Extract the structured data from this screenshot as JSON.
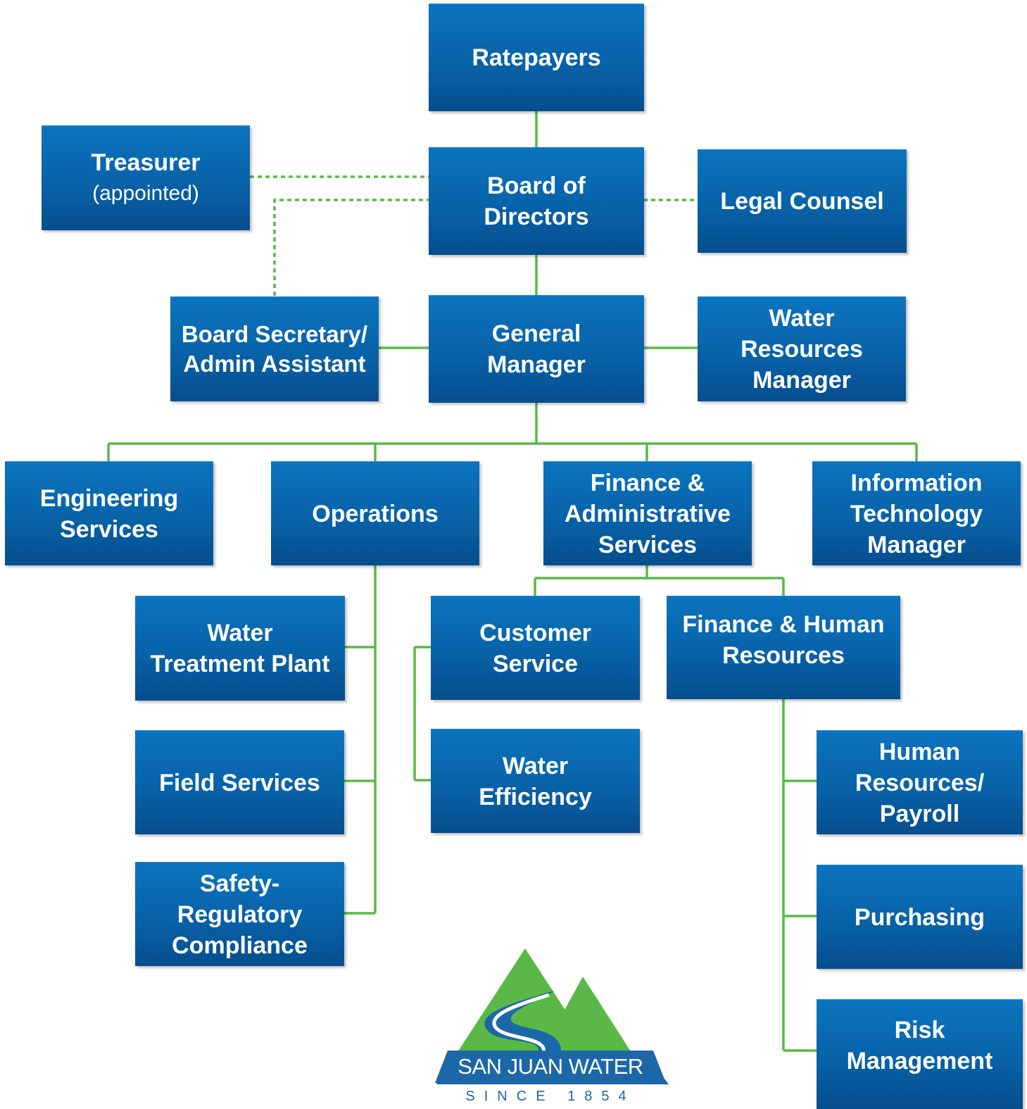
{
  "nodes": {
    "ratepayers": [
      "Ratepayers"
    ],
    "treasurer": [
      "Treasurer"
    ],
    "treasurer_note": "(appointed)",
    "board": [
      "Board of",
      "Directors"
    ],
    "legal": [
      "Legal Counsel"
    ],
    "board_secretary": [
      "Board Secretary/",
      "Admin Assistant"
    ],
    "general_manager": [
      "General",
      "Manager"
    ],
    "water_resources": [
      "Water",
      "Resources",
      "Manager"
    ],
    "engineering": [
      "Engineering",
      "Services"
    ],
    "operations": [
      "Operations"
    ],
    "finance_admin": [
      "Finance &",
      "Administrative",
      "Services"
    ],
    "it_manager": [
      "Information",
      "Technology",
      "Manager"
    ],
    "water_treatment": [
      "Water",
      "Treatment Plant"
    ],
    "field_services": [
      "Field Services"
    ],
    "safety": [
      "Safety-",
      "Regulatory",
      "Compliance"
    ],
    "customer_service": [
      "Customer",
      "Service"
    ],
    "water_efficiency": [
      "Water",
      "Efficiency"
    ],
    "finance_hr": [
      "Finance & Human",
      "Resources"
    ],
    "hr_payroll": [
      "Human",
      "Resources/",
      "Payroll"
    ],
    "purchasing": [
      "Purchasing"
    ],
    "risk": [
      "Risk",
      "Management"
    ]
  },
  "logo": {
    "name": "SAN JUAN WATER",
    "since": "SINCE 1854"
  },
  "colors": {
    "box": "#0862a8",
    "connector": "#5ab946",
    "logo_green": "#5ab946",
    "logo_blue": "#1b67a8",
    "text": "#ffffff"
  }
}
